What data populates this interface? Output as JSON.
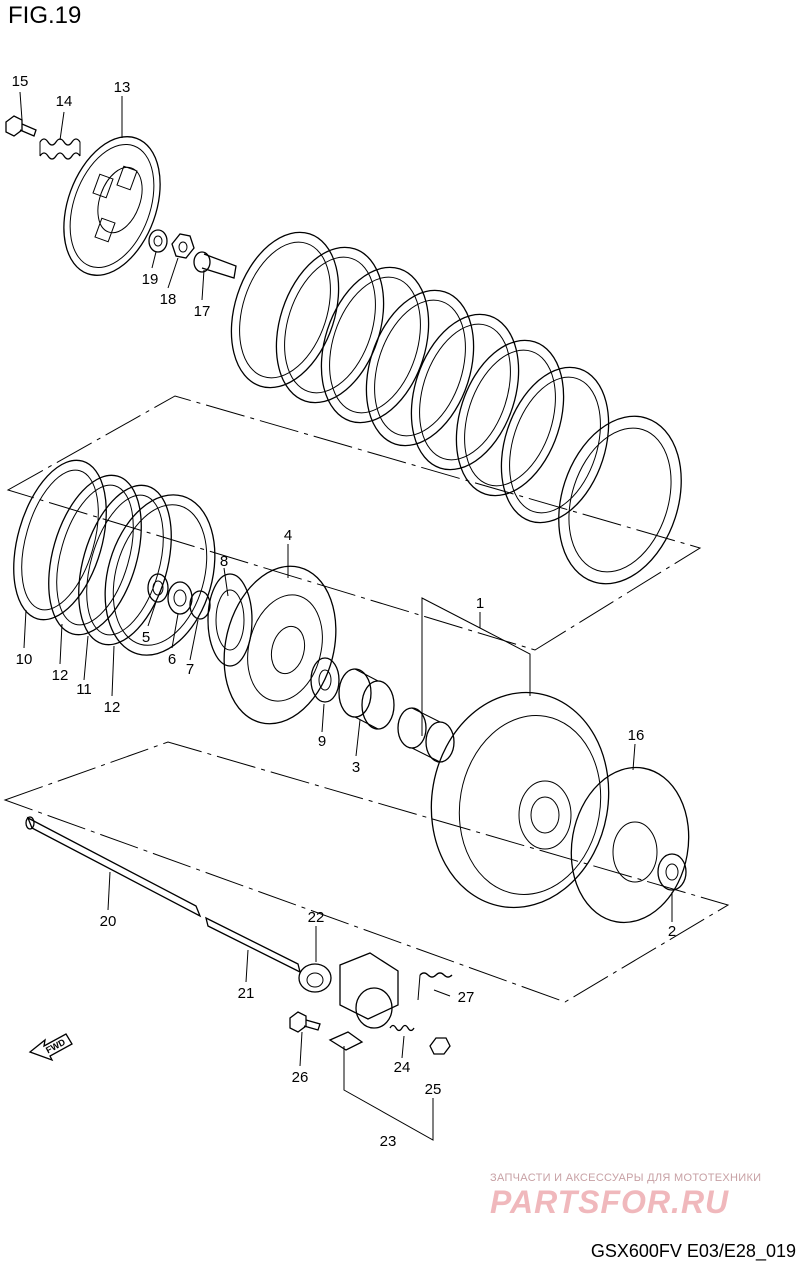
{
  "figure": {
    "title": "FIG.19",
    "code": "GSX600FV E03/E28_019"
  },
  "watermark": {
    "tagline": "ЗАПЧАСТИ И АКСЕССУАРЫ ДЛЯ МОТОТЕХНИКИ",
    "logo": "PARTSFOR.RU",
    "color": "#f0b8bc"
  },
  "direction_marker": {
    "label": "FWD"
  },
  "callouts": [
    {
      "id": "c15",
      "text": "15"
    },
    {
      "id": "c14",
      "text": "14"
    },
    {
      "id": "c13",
      "text": "13"
    },
    {
      "id": "c19",
      "text": "19"
    },
    {
      "id": "c18",
      "text": "18"
    },
    {
      "id": "c17",
      "text": "17"
    },
    {
      "id": "c4",
      "text": "4"
    },
    {
      "id": "c8",
      "text": "8"
    },
    {
      "id": "c5",
      "text": "5"
    },
    {
      "id": "c6",
      "text": "6"
    },
    {
      "id": "c7",
      "text": "7"
    },
    {
      "id": "c10",
      "text": "10"
    },
    {
      "id": "c12a",
      "text": "12"
    },
    {
      "id": "c11",
      "text": "11"
    },
    {
      "id": "c12b",
      "text": "12"
    },
    {
      "id": "c1",
      "text": "1"
    },
    {
      "id": "c9",
      "text": "9"
    },
    {
      "id": "c3",
      "text": "3"
    },
    {
      "id": "c16",
      "text": "16"
    },
    {
      "id": "c2",
      "text": "2"
    },
    {
      "id": "c20",
      "text": "20"
    },
    {
      "id": "c22",
      "text": "22"
    },
    {
      "id": "c21",
      "text": "21"
    },
    {
      "id": "c27",
      "text": "27"
    },
    {
      "id": "c24",
      "text": "24"
    },
    {
      "id": "c26",
      "text": "26"
    },
    {
      "id": "c25",
      "text": "25"
    },
    {
      "id": "c23",
      "text": "23"
    }
  ]
}
